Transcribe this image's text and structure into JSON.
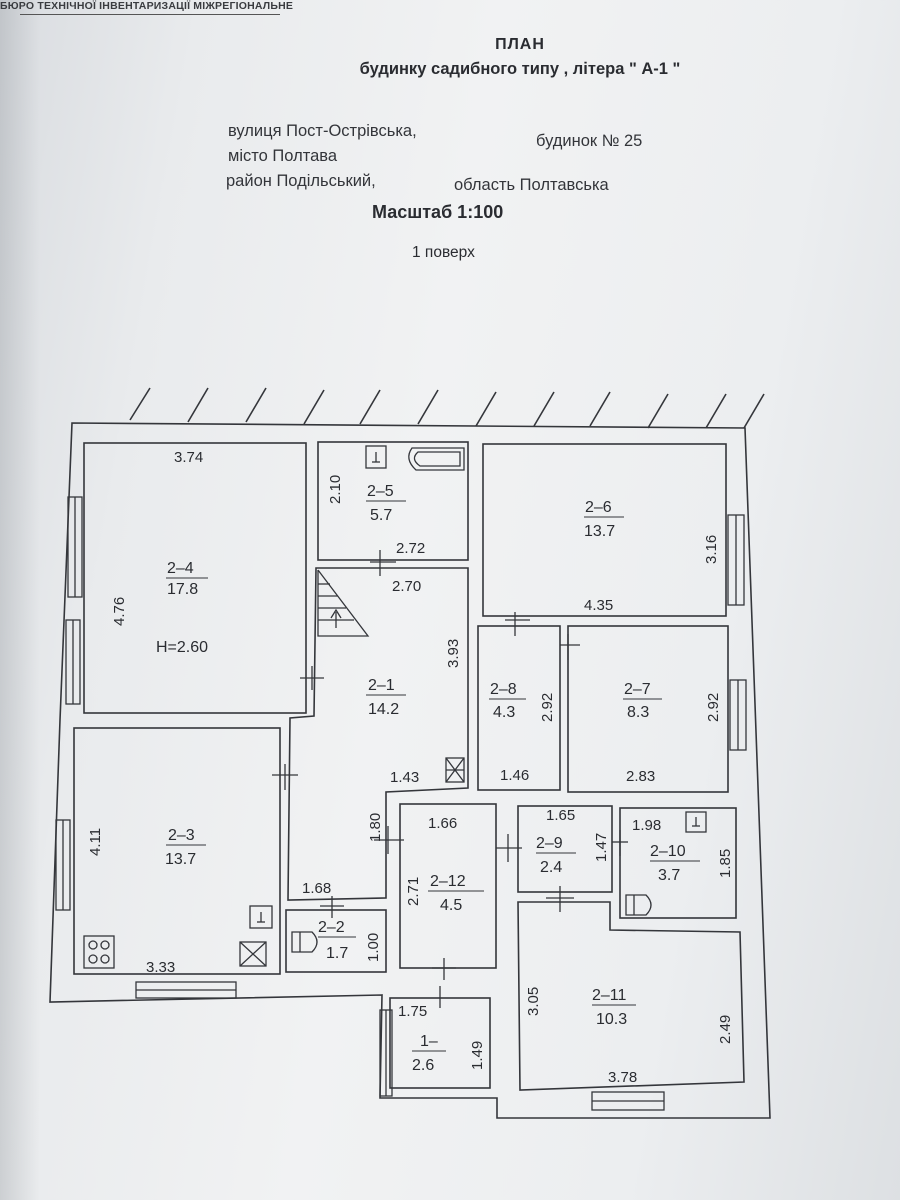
{
  "header": {
    "bureau": "БЮРО ТЕХНІЧНОЇ ІНВЕНТАРИЗАЦІЇ МІЖРЕГІОНАЛЬНЕ"
  },
  "title": {
    "line1": "ПЛАН",
    "line2": "будинку садибного типу , літера \" А-1 \""
  },
  "address": {
    "street": "вулиця Пост-Острівська,",
    "house": "будинок № 25",
    "city": "місто Полтава",
    "district": "район Подільський,",
    "region": "область Полтавська"
  },
  "scale": "Масштаб 1:100",
  "floor": "1 поверх",
  "rooms": {
    "r2_4": {
      "id": "2–4",
      "area": "17.8",
      "height": "Н=2.60",
      "d1": "3.74",
      "d2": "4.76"
    },
    "r2_5": {
      "id": "2–5",
      "area": "5.7",
      "d1": "2.10",
      "d2": "2.72"
    },
    "r2_6": {
      "id": "2–6",
      "area": "13.7",
      "d1": "3.16",
      "d2": "4.35"
    },
    "r2_1": {
      "id": "2–1",
      "area": "14.2",
      "d1": "2.70",
      "d2": "3.93",
      "d3": "1.43"
    },
    "r2_8": {
      "id": "2–8",
      "area": "4.3",
      "d1": "2.92",
      "d2": "1.46"
    },
    "r2_7": {
      "id": "2–7",
      "area": "8.3",
      "d1": "2.92",
      "d2": "2.83"
    },
    "r2_3": {
      "id": "2–3",
      "area": "13.7",
      "d1": "4.11",
      "d2": "3.33"
    },
    "r2_12": {
      "id": "2–12",
      "area": "4.5",
      "d1": "1.80",
      "d2": "1.66",
      "d3": "2.71"
    },
    "r2_9": {
      "id": "2–9",
      "area": "2.4",
      "d1": "1.65",
      "d2": "1.47"
    },
    "r2_10": {
      "id": "2–10",
      "area": "3.7",
      "d1": "1.98",
      "d2": "1.85"
    },
    "r2_2": {
      "id": "2–2",
      "area": "1.7",
      "d1": "1.68",
      "d2": "1.00"
    },
    "r2_11": {
      "id": "2–11",
      "area": "10.3",
      "d1": "3.05",
      "d2": "2.49",
      "d3": "3.78"
    },
    "r1": {
      "id": "1–",
      "area": "2.6",
      "d1": "1.75",
      "d2": "1.49"
    }
  }
}
